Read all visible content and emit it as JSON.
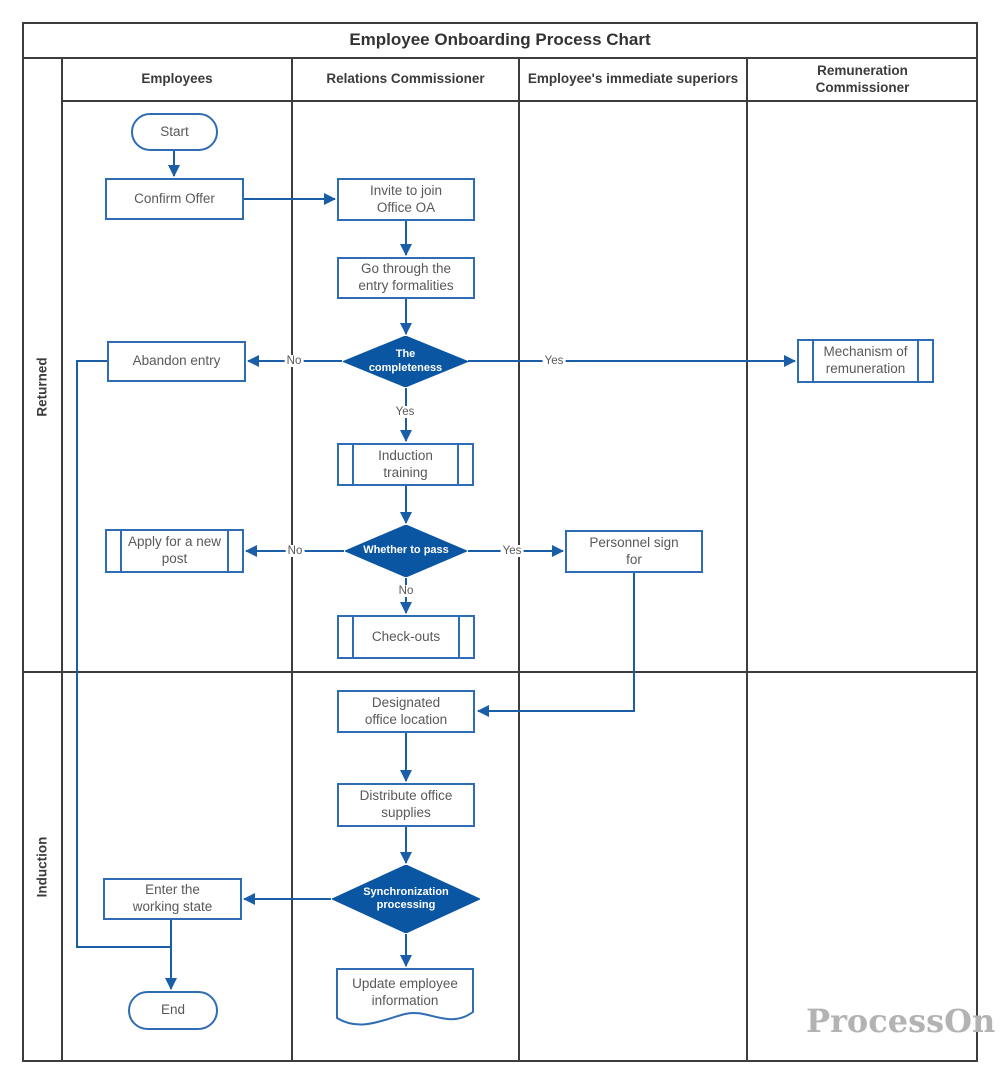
{
  "title": "Employee Onboarding Process Chart",
  "watermark": "ProcessOn",
  "columns": [
    "Employees",
    "Relations Commissioner",
    "Employee's immediate superiors",
    "Remuneration Commissioner"
  ],
  "rows": [
    "Returned",
    "Induction"
  ],
  "nodes": {
    "start": {
      "label": "Start",
      "type": "terminator"
    },
    "confirm_offer": {
      "label": "Confirm Offer",
      "type": "process"
    },
    "invite_oa": {
      "label": "Invite to join Office OA",
      "type": "process"
    },
    "entry_formalities": {
      "label": "Go through the entry formalities",
      "type": "process"
    },
    "completeness": {
      "label": "The completeness",
      "type": "decision"
    },
    "abandon_entry": {
      "label": "Abandon entry",
      "type": "process"
    },
    "mechanism": {
      "label": "Mechanism of remuneration",
      "type": "predefined-process"
    },
    "induction_training": {
      "label": "Induction training",
      "type": "predefined-process"
    },
    "whether_to_pass": {
      "label": "Whether to pass",
      "type": "decision"
    },
    "apply_new_post": {
      "label": "Apply for a new post",
      "type": "predefined-process"
    },
    "personnel_sign": {
      "label": "Personnel sign for",
      "type": "process"
    },
    "check_outs": {
      "label": "Check-outs",
      "type": "predefined-process"
    },
    "designated_office": {
      "label": "Designated office location",
      "type": "process"
    },
    "distribute_supplies": {
      "label": "Distribute office supplies",
      "type": "process"
    },
    "sync_processing": {
      "label": "Synchronization processing",
      "type": "decision"
    },
    "enter_working": {
      "label": "Enter the working state",
      "type": "process"
    },
    "update_info": {
      "label": "Update employee information",
      "type": "document"
    },
    "end": {
      "label": "End",
      "type": "terminator"
    }
  },
  "edge_labels": {
    "completeness_no_left": "No",
    "completeness_yes_right": "Yes",
    "completeness_yes_down": "Yes",
    "pass_no_left": "No",
    "pass_yes_right": "Yes",
    "pass_no_down": "No"
  },
  "colors": {
    "shape_border": "#2e6db4",
    "decision_fill": "#0b56a3",
    "arrow": "#1a5ea8",
    "grid": "#3d3d3d",
    "node_text": "#595959",
    "watermark": "#b3b3b3"
  }
}
